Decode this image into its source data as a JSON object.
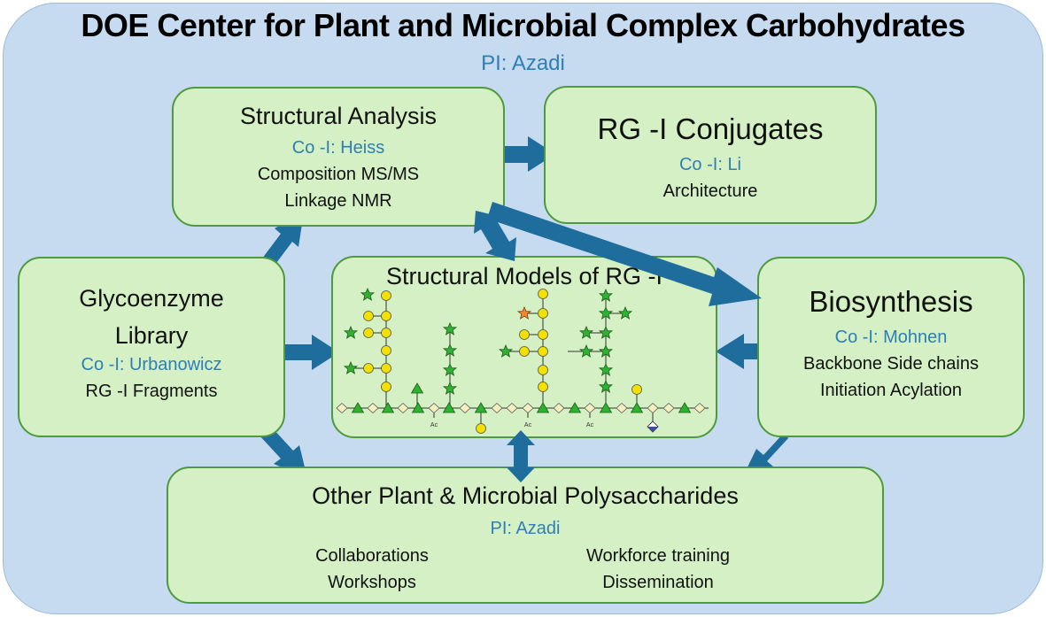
{
  "header": {
    "title": "DOE Center for Plant and Microbial Complex Carbohydrates",
    "pi": "PI: Azadi"
  },
  "boxes": {
    "structural_analysis": {
      "title": "Structural Analysis",
      "coi": "Co -I: Heiss",
      "line1": "Composition  MS/MS",
      "line2": "Linkage   NMR"
    },
    "rg_conjugates": {
      "title": "RG -I Conjugates",
      "coi": "Co -I: Li",
      "line1": "Architecture"
    },
    "glycoenzyme": {
      "title1": "Glycoenzyme",
      "title2": "Library",
      "coi": "Co -I: Urbanowicz",
      "line1": "RG -I Fragments"
    },
    "structural_models": {
      "title": "Structural Models of RG     -I",
      "ac_label": "Ac"
    },
    "biosynthesis": {
      "title": "Biosynthesis",
      "coi": "Co -I: Mohnen",
      "line1": "Backbone  Side chains",
      "line2": "Initiation  Acylation"
    },
    "other": {
      "title": "Other Plant & Microbial Polysaccharides",
      "pi": "PI: Azadi",
      "item1": "Collaborations",
      "item2": "Workshops",
      "item3": "Workforce training",
      "item4": "Dissemination"
    }
  },
  "colors": {
    "background": "#c6dbf0",
    "box_fill": "#d4f0c4",
    "box_border": "#4f9a3c",
    "arrow": "#1f6d9c",
    "accent_text": "#2f7fb5",
    "galactose": "#f2e000",
    "rhamnose": "#2fb22f",
    "galacturonic_acid": "#f6f0c0",
    "fucose": "#f08a30"
  }
}
